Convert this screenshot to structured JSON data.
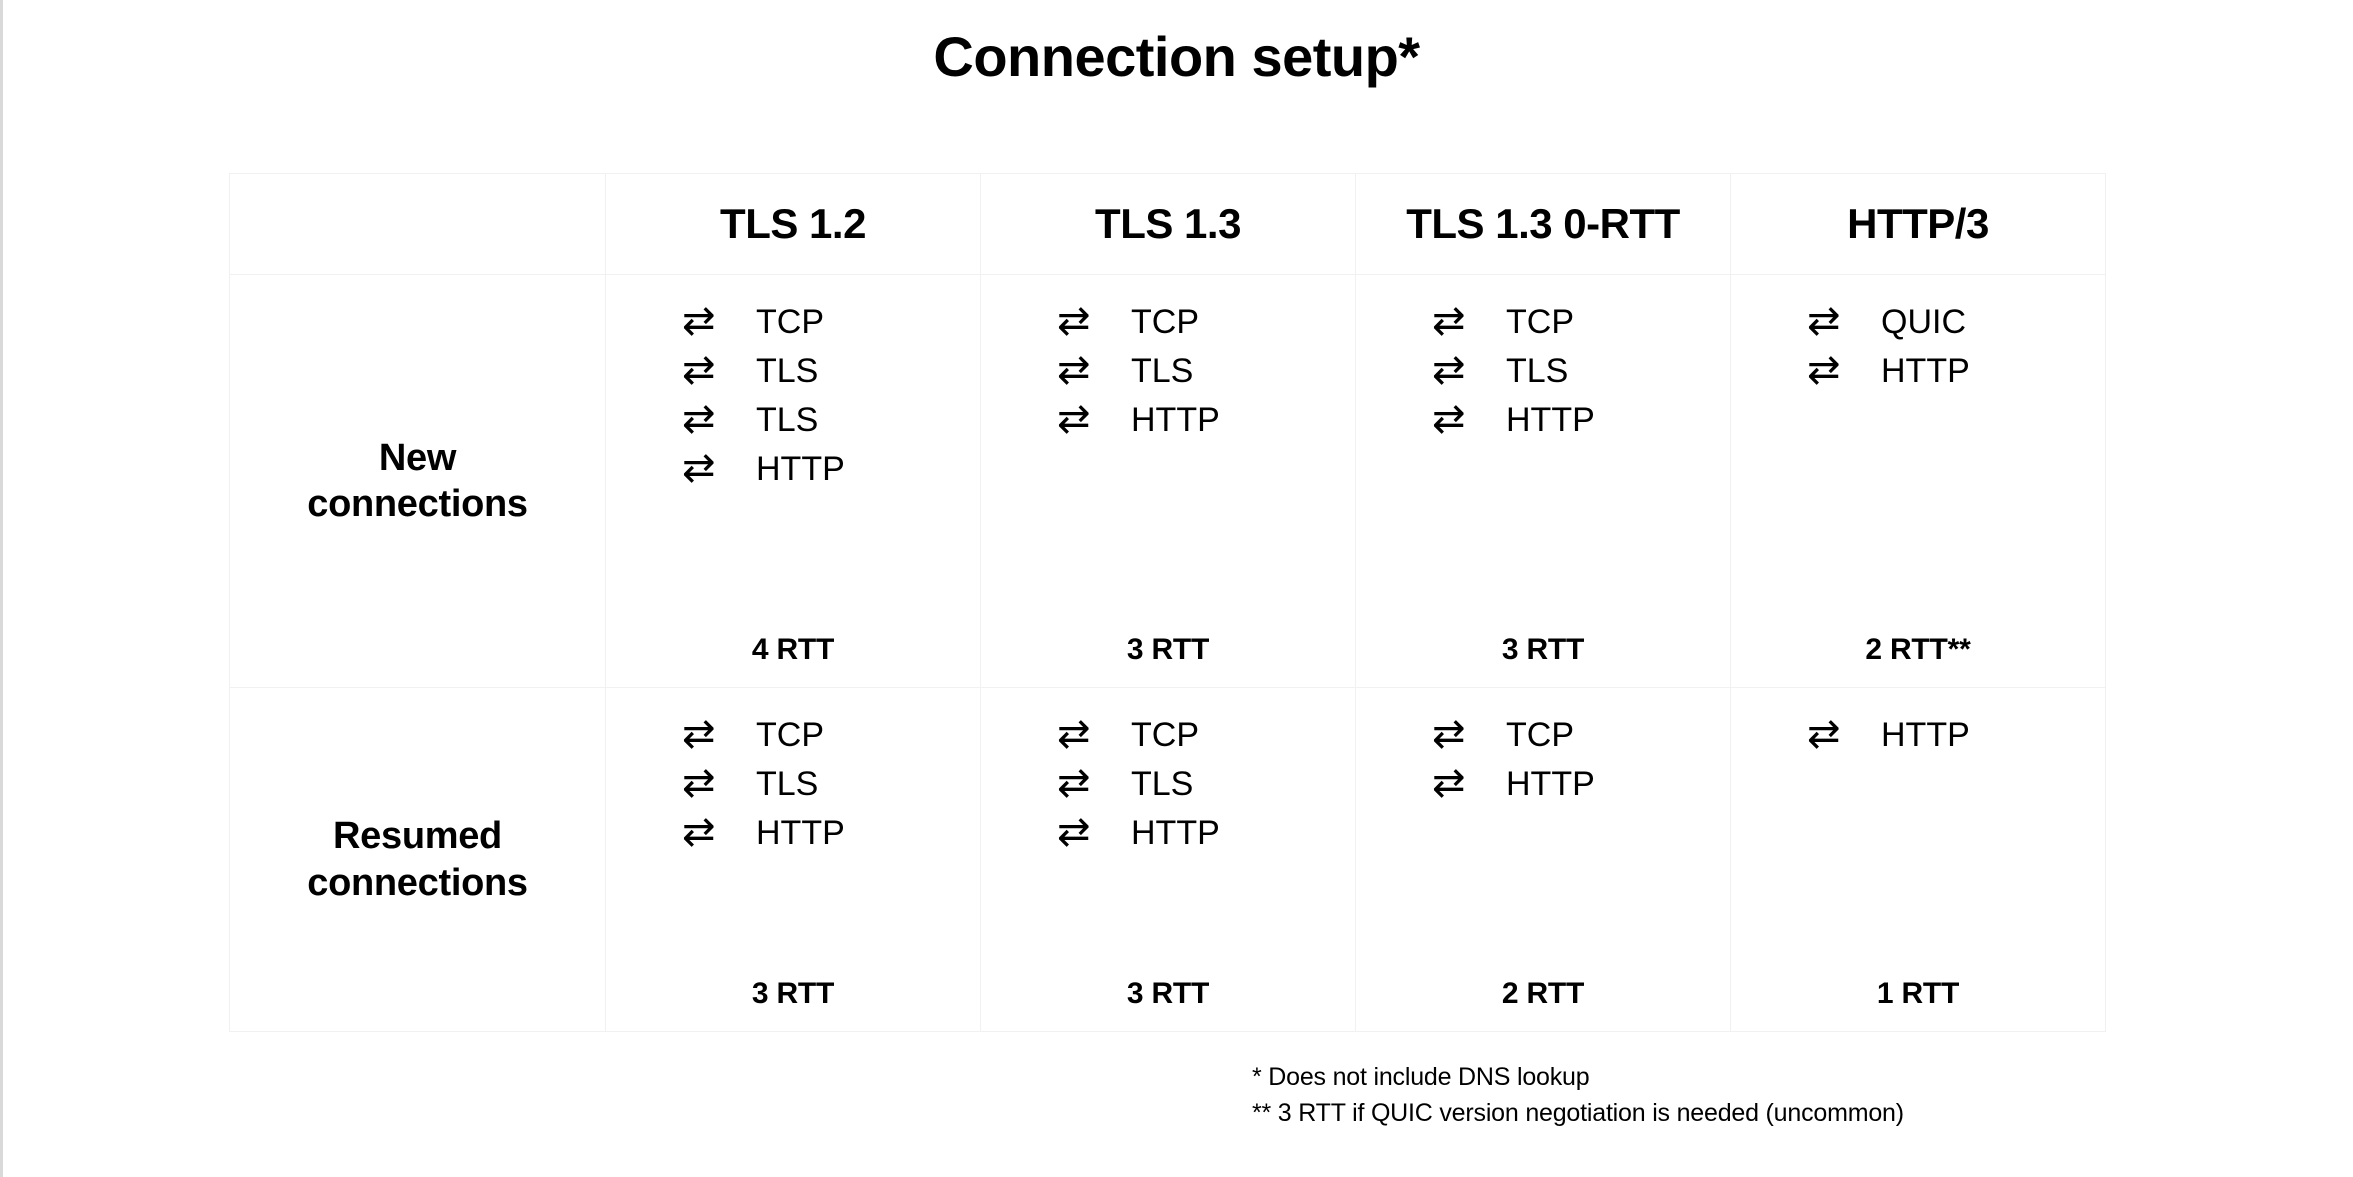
{
  "title": "Connection setup*",
  "table": {
    "corner_label": "",
    "columns": [
      "TLS 1.2",
      "TLS 1.3",
      "TLS 1.3 0-RTT",
      "HTTP/3"
    ],
    "arrow_icon": "⇄",
    "rows": [
      {
        "label_lines": [
          "New",
          "connections"
        ],
        "cells": [
          {
            "protocols": [
              "TCP",
              "TLS",
              "TLS",
              "HTTP"
            ],
            "rtt": "4 RTT"
          },
          {
            "protocols": [
              "TCP",
              "TLS",
              "HTTP"
            ],
            "rtt": "3 RTT"
          },
          {
            "protocols": [
              "TCP",
              "TLS",
              "HTTP"
            ],
            "rtt": "3 RTT"
          },
          {
            "protocols": [
              "QUIC",
              "HTTP"
            ],
            "rtt": "2 RTT**"
          }
        ]
      },
      {
        "label_lines": [
          "Resumed",
          "connections"
        ],
        "cells": [
          {
            "protocols": [
              "TCP",
              "TLS",
              "HTTP"
            ],
            "rtt": "3 RTT"
          },
          {
            "protocols": [
              "TCP",
              "TLS",
              "HTTP"
            ],
            "rtt": "3 RTT"
          },
          {
            "protocols": [
              "TCP",
              "HTTP"
            ],
            "rtt": "2 RTT"
          },
          {
            "protocols": [
              "HTTP"
            ],
            "rtt": "1 RTT"
          }
        ]
      }
    ]
  },
  "footnotes": [
    "* Does not include DNS lookup",
    "** 3 RTT if QUIC version negotiation is needed (uncommon)"
  ],
  "colors": {
    "background": "#ffffff",
    "text": "#000000",
    "table_border": "#f1f1f1",
    "page_edge": "#d9d9d9"
  }
}
